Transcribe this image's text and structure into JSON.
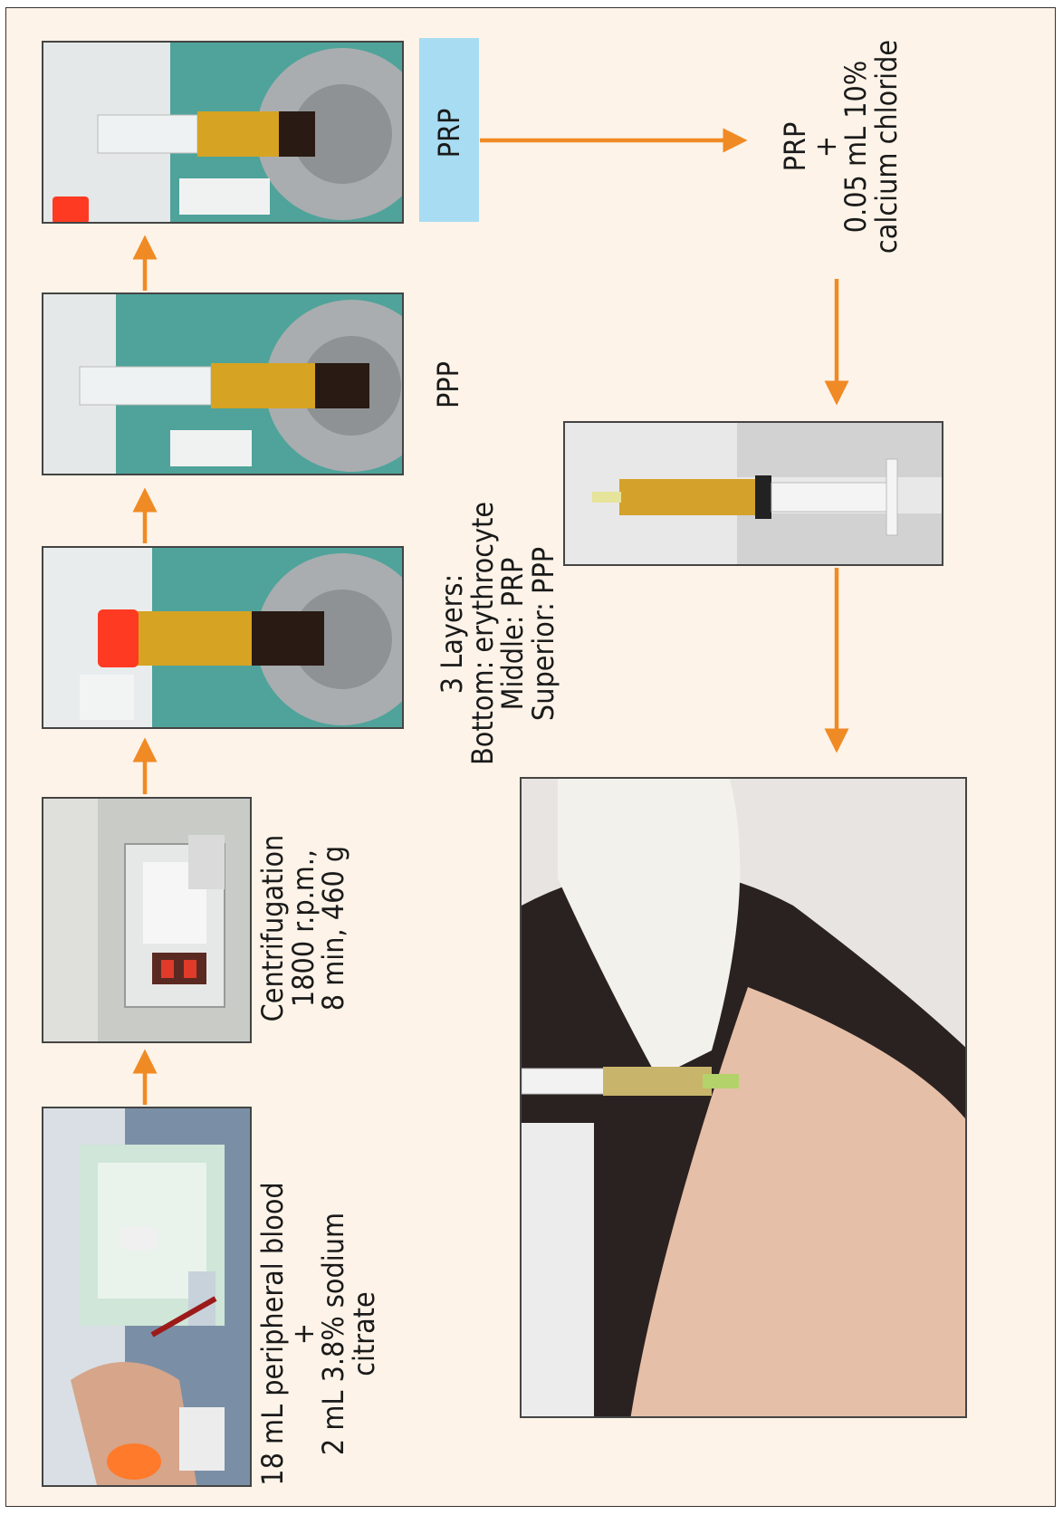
{
  "colors": {
    "background": "#fdf3e8",
    "arrow": "#f08a24",
    "prp_box": "#a8dcf2",
    "frame": "#333333"
  },
  "steps": {
    "blood": {
      "line1": "18 mL peripheral blood",
      "line2": "+",
      "line3": "2 mL 3.8% sodium",
      "line4": "citrate"
    },
    "centrifugation": {
      "line1": "Centrifugation",
      "line2": "1800 r.p.m.,",
      "line3": "8 min, 460 g"
    },
    "layers": {
      "line1": "3 Layers:",
      "line2": "Bottom: erythrocyte",
      "line3": "Middle: PRP",
      "line4": "Superior: PPP"
    },
    "ppp": {
      "label": "PPP"
    },
    "prp": {
      "label": "PRP"
    },
    "activation": {
      "line1": "PRP",
      "line2": "+",
      "line3": "0.05 mL 10%",
      "line4": "calcium chloride"
    }
  },
  "photos": [
    {
      "name": "blood-draw-photo",
      "icon": "blood-draw-icon"
    },
    {
      "name": "centrifuge-photo",
      "icon": "centrifuge-icon"
    },
    {
      "name": "three-layer-tube-photo",
      "icon": "test-tube-icon"
    },
    {
      "name": "ppp-syringe-photo",
      "icon": "syringe-icon"
    },
    {
      "name": "prp-syringe-photo",
      "icon": "syringe-icon"
    },
    {
      "name": "activated-prp-syringe-photo",
      "icon": "syringe-icon"
    },
    {
      "name": "scalp-injection-photo",
      "icon": "injection-icon"
    }
  ]
}
